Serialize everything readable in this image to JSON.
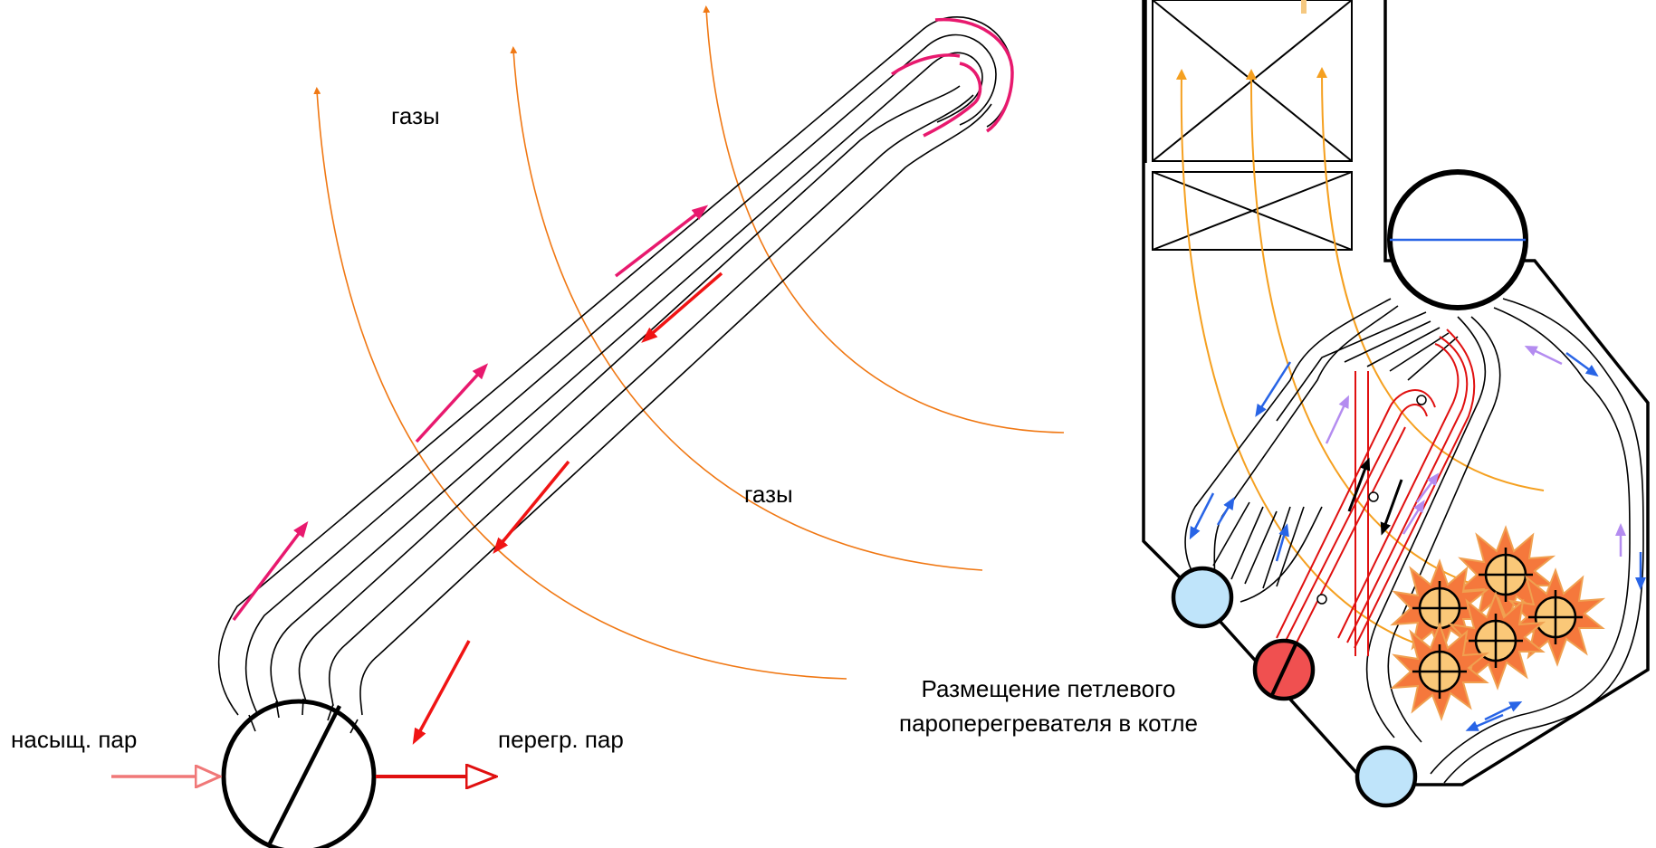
{
  "labels": {
    "gas_top": "газы",
    "gas_mid": "газы",
    "saturated_steam": "насыщ. пар",
    "superheated_steam": "перегр. пар",
    "caption_line1": "Размещение петлевого",
    "caption_line2": "пароперегревателя в котле"
  },
  "colors": {
    "tube": "#000000",
    "gas_flow": "#f07814",
    "gas_flow_light": "#f5a020",
    "steam_up": "#e8196e",
    "steam_down": "#f01414",
    "saturated_arrow": "#f07878",
    "superheated_arrow": "#e01010",
    "water_blue": "#2864e6",
    "riser_lilac": "#b48cf0",
    "drum_fill": "#bfe4fa",
    "header_red": "#f05050",
    "flame_fill": "#f5783c",
    "burner_fill": "#fac878"
  }
}
